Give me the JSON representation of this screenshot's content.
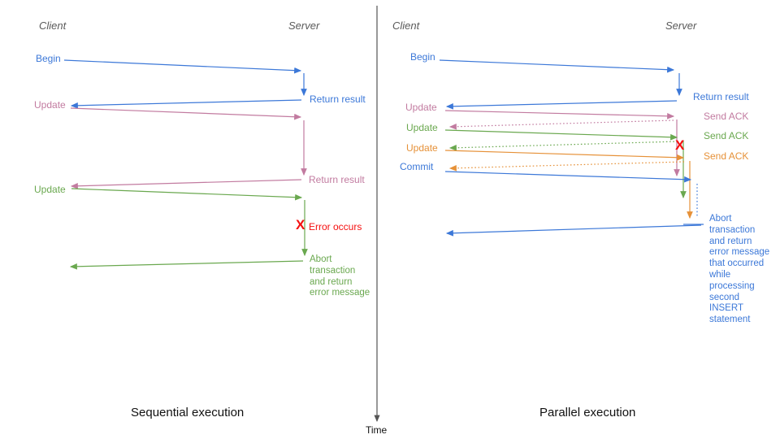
{
  "colors": {
    "blue": "#3c78d8",
    "pink": "#c27ba0",
    "green": "#6aa84f",
    "orange": "#e69138",
    "red": "#f50f0f",
    "header_gray": "#595959",
    "time_axis": "#555555"
  },
  "time_axis": {
    "label": "Time"
  },
  "sequential": {
    "caption": "Sequential execution",
    "client_header": "Client",
    "server_header": "Server",
    "begin": "Begin",
    "begin_return": "Return result",
    "update1": "Update",
    "update1_return": "Return result",
    "update2": "Update",
    "error_mark": "X",
    "error_label": "Error occurs",
    "abort_message": "Abort\ntransaction\nand return\nerror message"
  },
  "parallel": {
    "caption": "Parallel execution",
    "client_header": "Client",
    "server_header": "Server",
    "begin": "Begin",
    "begin_return": "Return result",
    "update1": "Update",
    "ack1": "Send ACK",
    "update2": "Update",
    "ack2": "Send ACK",
    "update3": "Update",
    "ack3": "Send ACK",
    "commit": "Commit",
    "error_mark": "X",
    "abort_message": "Abort\ntransaction\nand return\nerror message\nthat occurred\nwhile\nprocessing\nsecond\nINSERT\nstatement"
  }
}
